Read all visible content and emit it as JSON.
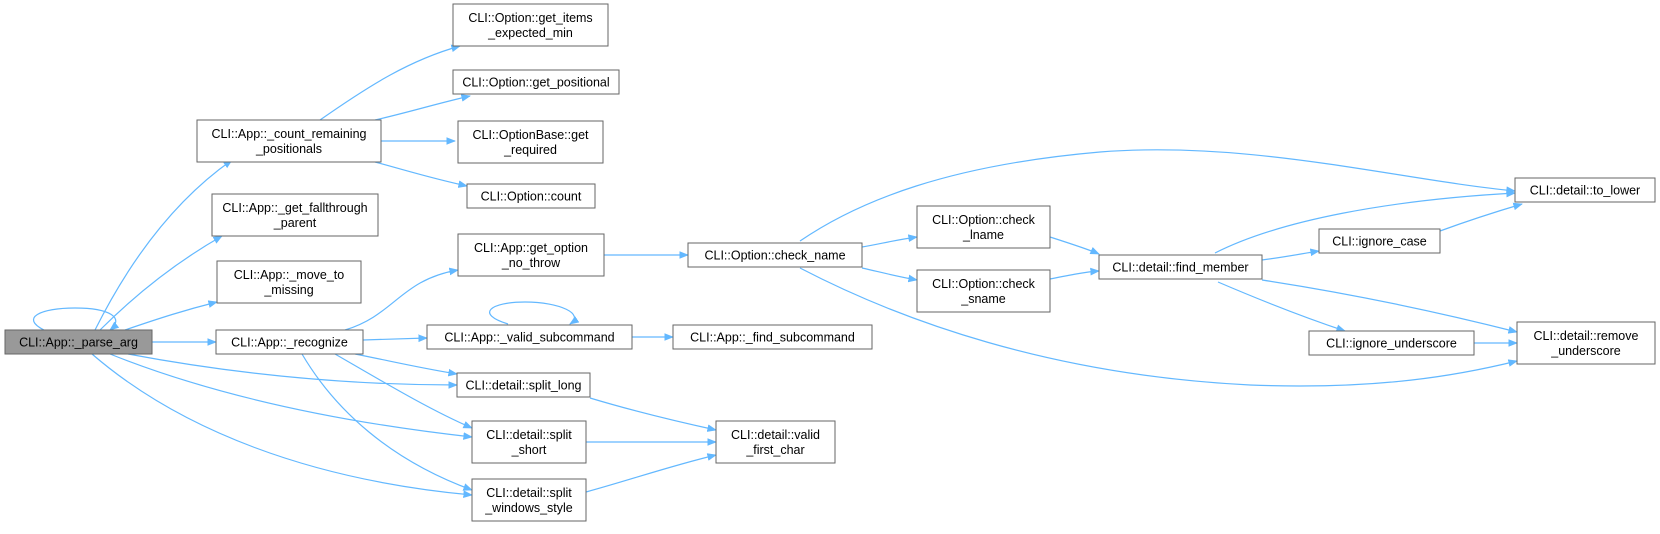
{
  "colors": {
    "edge": "#63b8ff",
    "node_border": "#666666",
    "root_fill": "#999999",
    "node_fill": "#ffffff"
  },
  "nodes": {
    "parse_arg": [
      "CLI::App::_parse_arg"
    ],
    "count_remaining": [
      "CLI::App::_count_remaining",
      "_positionals"
    ],
    "get_fallthrough": [
      "CLI::App::_get_fallthrough",
      "_parent"
    ],
    "move_to_missing": [
      "CLI::App::_move_to",
      "_missing"
    ],
    "recognize": [
      "CLI::App::_recognize"
    ],
    "get_items": [
      "CLI::Option::get_items",
      "_expected_min"
    ],
    "get_positional": [
      "CLI::Option::get_positional"
    ],
    "get_required": [
      "CLI::OptionBase::get",
      "_required"
    ],
    "option_count": [
      "CLI::Option::count"
    ],
    "get_option": [
      "CLI::App::get_option",
      "_no_throw"
    ],
    "valid_subcommand": [
      "CLI::App::_valid_subcommand"
    ],
    "split_long": [
      "CLI::detail::split_long"
    ],
    "split_short": [
      "CLI::detail::split",
      "_short"
    ],
    "split_windows": [
      "CLI::detail::split",
      "_windows_style"
    ],
    "check_name": [
      "CLI::Option::check_name"
    ],
    "find_subcommand": [
      "CLI::App::_find_subcommand"
    ],
    "valid_first_char": [
      "CLI::detail::valid",
      "_first_char"
    ],
    "check_lname": [
      "CLI::Option::check",
      "_lname"
    ],
    "check_sname": [
      "CLI::Option::check",
      "_sname"
    ],
    "find_member": [
      "CLI::detail::find_member"
    ],
    "ignore_case": [
      "CLI::ignore_case"
    ],
    "ignore_underscore": [
      "CLI::ignore_underscore"
    ],
    "to_lower": [
      "CLI::detail::to_lower"
    ],
    "remove_underscore": [
      "CLI::detail::remove",
      "_underscore"
    ]
  }
}
